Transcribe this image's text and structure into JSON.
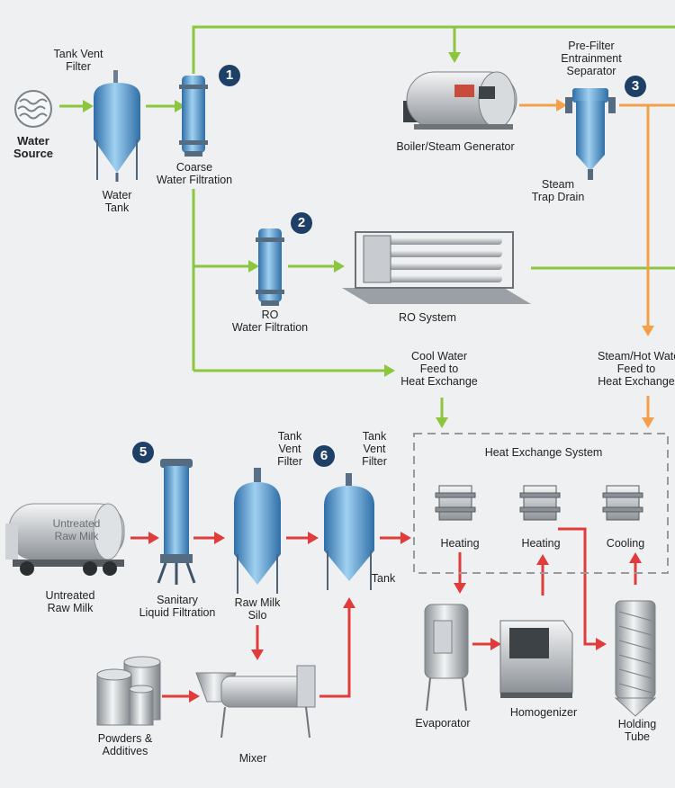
{
  "colors": {
    "water": "#8cc63f",
    "steam": "#f4a04a",
    "milk": "#e03c3c",
    "badge": "#1e3f66",
    "equipment": "#4a90c8"
  },
  "labels": {
    "tank_vent_filter_1": "Tank Vent\nFilter",
    "water_source": "Water\nSource",
    "water_tank": "Water\nTank",
    "coarse_filtration": "Coarse\nWater Filtration",
    "boiler": "Boiler/Steam Generator",
    "pre_filter": "Pre-Filter\nEntrainment\nSeparator",
    "steam_trap": "Steam\nTrap Drain",
    "ro_filtration": "RO\nWater Filtration",
    "ro_system": "RO System",
    "cool_water": "Cool Water\nFeed to\nHeat Exchange",
    "steam_hot_water": "Steam/Hot Water\nFeed to\nHeat Exchange",
    "tank_vent_filter_2": "Tank\nVent\nFilter",
    "tank_vent_filter_3": "Tank\nVent\nFilter",
    "heat_exchange_system": "Heat Exchange System",
    "heating_1": "Heating",
    "heating_2": "Heating",
    "cooling": "Cooling",
    "untreated_raw_milk": "Untreated\nRaw Milk",
    "truck_text": "Untreated\nRaw Milk",
    "sanitary_filtration": "Sanitary\nLiquid Filtration",
    "raw_milk_silo": "Raw Milk\nSilo",
    "tank": "Tank",
    "evaporator": "Evaporator",
    "homogenizer": "Homogenizer",
    "holding_tube": "Holding\nTube",
    "powders": "Powders &\nAdditives",
    "mixer": "Mixer"
  },
  "badges": {
    "b1": "1",
    "b2": "2",
    "b3": "3",
    "b5": "5",
    "b6": "6"
  },
  "icons": {
    "water_source": "water-wave-icon"
  }
}
